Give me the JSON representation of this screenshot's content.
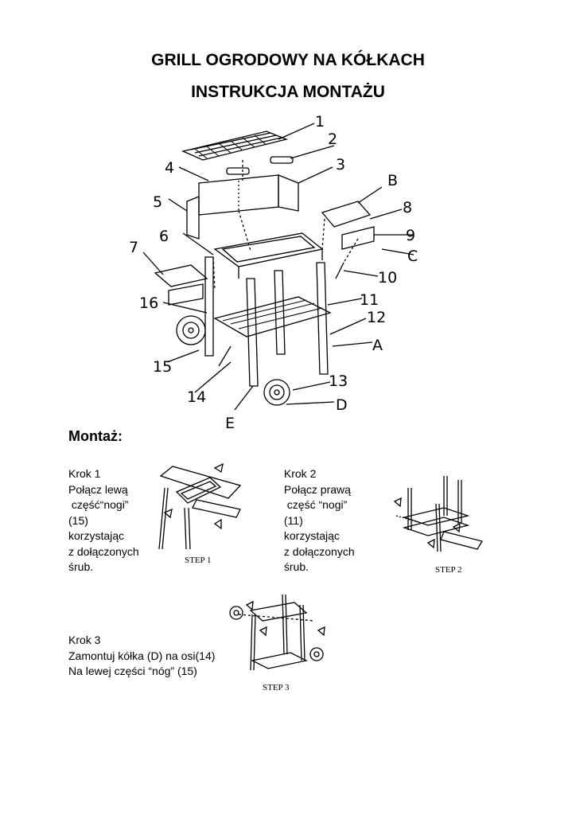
{
  "title": {
    "line1": "GRILL OGRODOWY NA KÓŁKACH",
    "line2": "INSTRUKCJA MONTAŻU"
  },
  "diagram": {
    "part_labels": [
      "1",
      "2",
      "3",
      "4",
      "5",
      "6",
      "7",
      "8",
      "9",
      "10",
      "11",
      "12",
      "13",
      "14",
      "15",
      "16",
      "A",
      "B",
      "C",
      "D",
      "E"
    ]
  },
  "assembly": {
    "heading": "Montaż:",
    "steps": [
      {
        "lines": [
          "Krok 1",
          "Połącz lewą",
          " część“nogi”",
          "(15)",
          "korzystając",
          "z dołączonych",
          "śrub."
        ],
        "caption": "STEP 1"
      },
      {
        "lines": [
          " Krok 2",
          " Połącz prawą",
          "  część “nogi”",
          " (11)",
          " korzystając",
          " z dołączonych",
          " śrub."
        ],
        "caption": "STEP 2"
      },
      {
        "lines": [
          "Krok 3",
          "Zamontuj kółka (D) na osi(14)",
          "Na lewej części “nóg” (15)"
        ],
        "caption": "STEP 3"
      }
    ]
  }
}
